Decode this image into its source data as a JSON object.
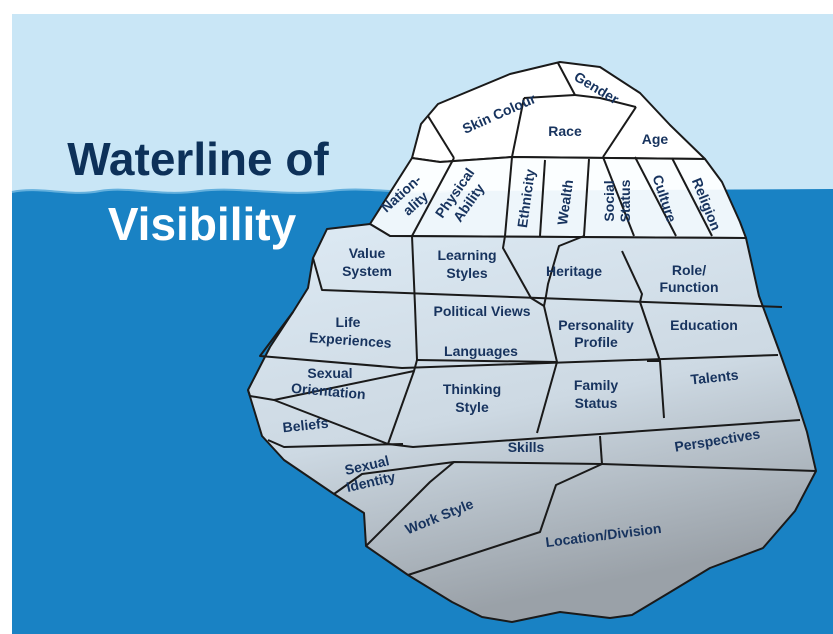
{
  "heading": {
    "line1": "Waterline of",
    "line2": "Visibility"
  },
  "colors": {
    "sky": "#c9e6f6",
    "water": "#1982c4",
    "heading_line1": "#0d3159",
    "heading_line2": "#ffffff",
    "label": "#17335e",
    "outline": "#1a1a1a"
  },
  "visible": {
    "skin_colour": "Skin Colour",
    "gender": "Gender",
    "race": "Race",
    "age": "Age",
    "nationality_1": "Nation-",
    "nationality_2": "ality",
    "physical_1": "Physical",
    "physical_2": "Ability",
    "ethnicity": "Ethnicity",
    "wealth": "Wealth",
    "social_1": "Social",
    "social_2": "Status",
    "culture": "Culture",
    "religion": "Religion"
  },
  "hidden": {
    "value_1": "Value",
    "value_2": "System",
    "learning_1": "Learning",
    "learning_2": "Styles",
    "heritage": "Heritage",
    "role_1": "Role/",
    "role_2": "Function",
    "life_1": "Life",
    "life_2": "Experiences",
    "political": "Political Views",
    "personality_1": "Personality",
    "personality_2": "Profile",
    "education": "Education",
    "languages": "Languages",
    "sexual_orientation_1": "Sexual",
    "sexual_orientation_2": "Orientation",
    "thinking_1": "Thinking",
    "thinking_2": "Style",
    "family_1": "Family",
    "family_2": "Status",
    "talents": "Talents",
    "beliefs": "Beliefs",
    "skills": "Skills",
    "perspectives": "Perspectives",
    "sexual_identity_1": "Sexual",
    "sexual_identity_2": "Identity",
    "work_style": "Work Style",
    "location": "Location/Division"
  }
}
